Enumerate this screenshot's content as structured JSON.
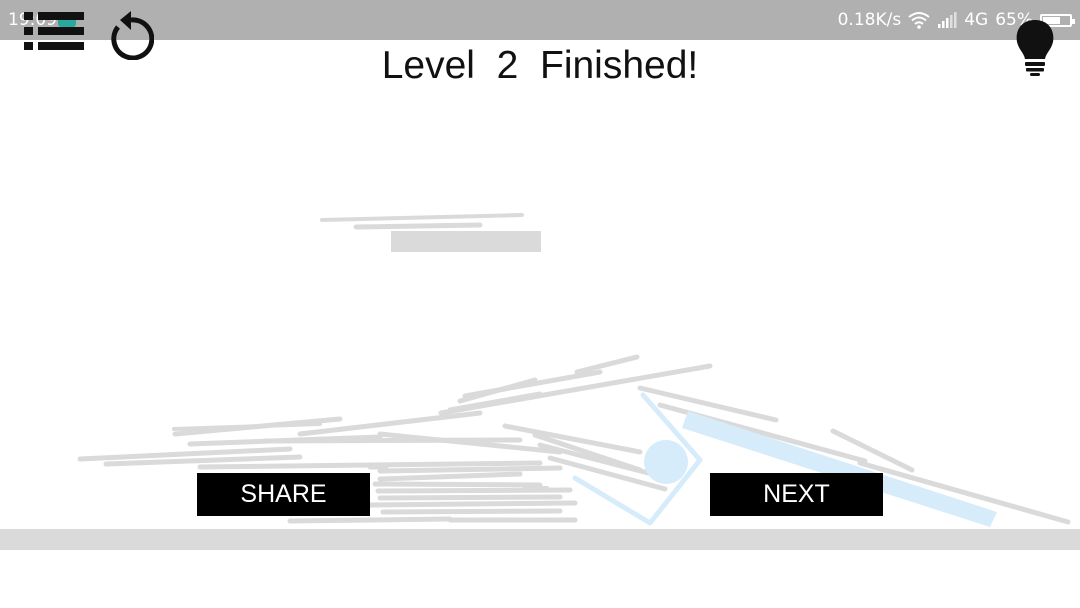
{
  "status_bar": {
    "time": "19:09",
    "network_speed": "0.18K/s",
    "network_type": "4G",
    "battery_percent": "65%",
    "battery_level": 0.65,
    "icons": [
      "screenshot-icon",
      "wifi-icon",
      "signal-icon",
      "battery-icon"
    ]
  },
  "toolbar": {
    "menu_icon": "menu-list-icon",
    "restart_icon": "restart-icon",
    "hint_icon": "lightbulb-icon"
  },
  "level": {
    "title": "Level  2  Finished!"
  },
  "buttons": {
    "share_label": "SHARE",
    "next_label": "NEXT"
  },
  "colors": {
    "status_bar": "#b0b0b0",
    "drawn_lines": "#dadada",
    "ball": "#d6ecfb",
    "button_bg": "#000000",
    "button_text": "#ffffff"
  }
}
